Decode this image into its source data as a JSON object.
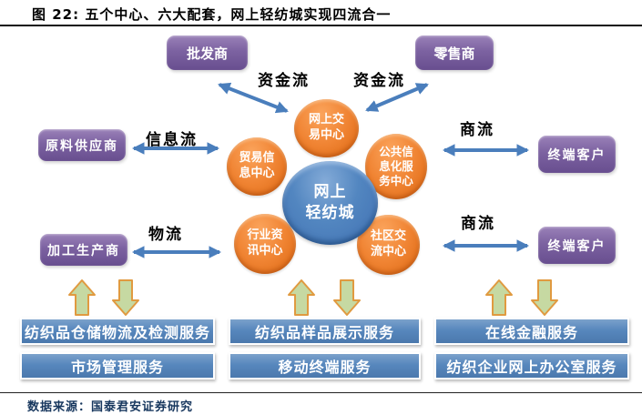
{
  "header": {
    "title": "图 22: 五个中心、六大配套，网上轻纺城实现四流合一"
  },
  "hub": {
    "label": "网上\n轻纺城"
  },
  "centers": {
    "trade": "网上交\n易中心",
    "trade_info": "贸易信\n息中心",
    "public_info": "公共信\n息化服\n务中心",
    "industry_info": "行业资\n讯中心",
    "community": "社区交\n流中心"
  },
  "entities": {
    "wholesaler": "批发商",
    "retailer": "零售商",
    "raw_supplier": "原料供应商",
    "manufacturer": "加工生产商",
    "end_customer_top": "终端客户",
    "end_customer_bottom": "终端客户"
  },
  "flows": {
    "capital_left": "资金流",
    "capital_right": "资金流",
    "information": "信息流",
    "logistics": "物流",
    "commerce_top": "商流",
    "commerce_bottom": "商流"
  },
  "services": {
    "row1": [
      "纺织品仓储物流及检测服务",
      "纺织品样品展示服务",
      "在线金融服务"
    ],
    "row2": [
      "市场管理服务",
      "移动终端服务",
      "纺织企业网上办公室服务"
    ]
  },
  "footer": {
    "source": "数据来源：国泰君安证券研究"
  },
  "colors": {
    "arrow_blue": "#4a7ebc",
    "circle_orange": "#ed7d31",
    "hub_blue": "#4a7cba",
    "box_purple": "#7c62a1",
    "bar_blue": "#5585bb",
    "green_arrow_fill": "#c6d9a2",
    "green_arrow_border": "#e09a40"
  }
}
